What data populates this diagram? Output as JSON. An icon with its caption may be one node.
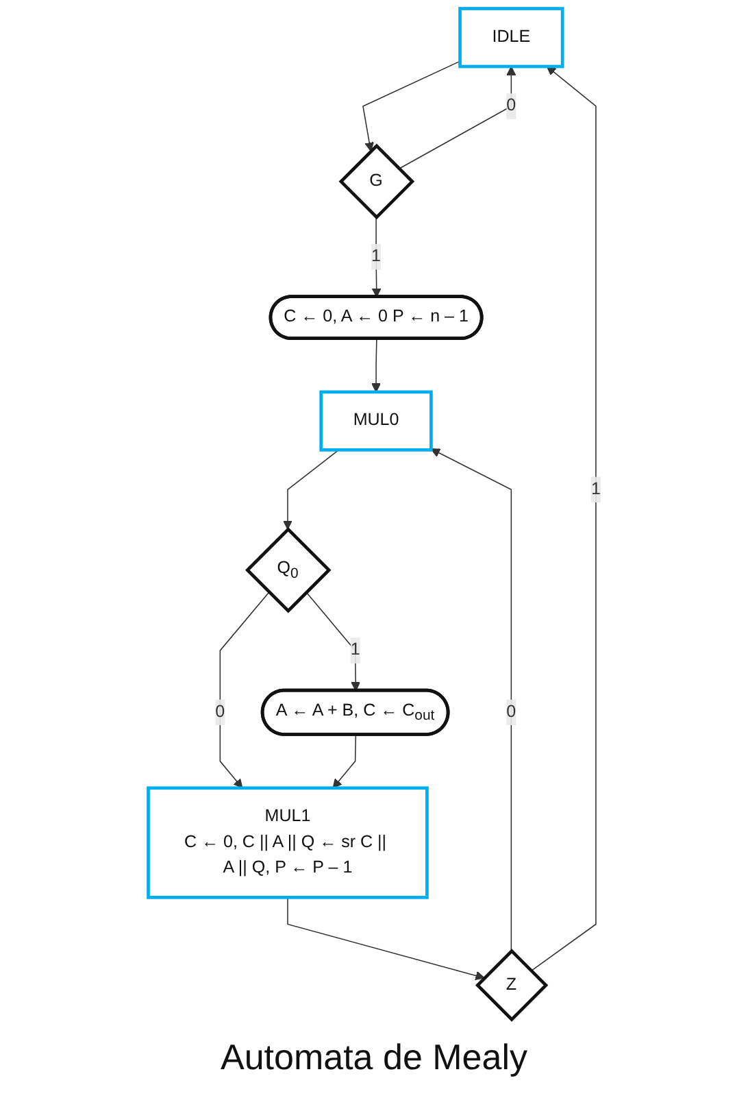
{
  "diagram": {
    "caption": "Automata de Mealy",
    "nodes": [
      {
        "text": [
          "IDLE"
        ]
      },
      {
        "text": [
          "G"
        ]
      },
      {
        "text": [
          "C ← 0, A ← 0 P ← n – 1"
        ]
      },
      {
        "text": [
          "MUL0"
        ]
      },
      {
        "text": [
          "Q$_{0}$"
        ]
      },
      {
        "text": [
          "A ← A + B, C ← C$_{out}$"
        ]
      },
      {
        "text": [
          "MUL1",
          "C ← 0, C || A || Q ← sr C || A || Q, P ← P – 1"
        ]
      },
      {
        "text": [
          "Z"
        ]
      }
    ],
    "edges": [
      {
        "from": 0,
        "to": 1,
        "arrow": "to"
      },
      {
        "from": 1,
        "to": 0,
        "label": "0",
        "arrow": "to"
      },
      {
        "from": 1,
        "to": 2,
        "label": "1",
        "arrow": "to"
      },
      {
        "from": 2,
        "to": 3,
        "arrow": "to"
      },
      {
        "from": 3,
        "to": 4,
        "arrow": "to"
      },
      {
        "from": 4,
        "to": 6,
        "label": "0",
        "arrow": "to"
      },
      {
        "from": 4,
        "to": 5,
        "label": "1",
        "arrow": "to"
      },
      {
        "from": 5,
        "to": 6,
        "arrow": "to"
      },
      {
        "from": 6,
        "to": 7,
        "arrow": "to"
      },
      {
        "from": 7,
        "to": 3,
        "label": "0",
        "arrow": "to"
      },
      {
        "from": 7,
        "to": 0,
        "label": "1",
        "arrow": "to"
      }
    ]
  }
}
